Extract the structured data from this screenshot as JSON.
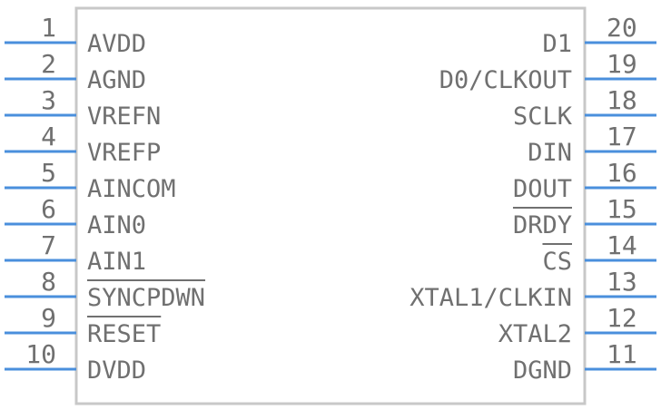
{
  "component": {
    "left_pins": [
      {
        "number": "1",
        "label": "AVDD",
        "active_low": false
      },
      {
        "number": "2",
        "label": "AGND",
        "active_low": false
      },
      {
        "number": "3",
        "label": "VREFN",
        "active_low": false
      },
      {
        "number": "4",
        "label": "VREFP",
        "active_low": false
      },
      {
        "number": "5",
        "label": "AINCOM",
        "active_low": false
      },
      {
        "number": "6",
        "label": "AIN0",
        "active_low": false
      },
      {
        "number": "7",
        "label": "AIN1",
        "active_low": false
      },
      {
        "number": "8",
        "label": "SYNCPDWN",
        "active_low": true
      },
      {
        "number": "9",
        "label": "RESET",
        "active_low": true
      },
      {
        "number": "10",
        "label": "DVDD",
        "active_low": false
      }
    ],
    "right_pins": [
      {
        "number": "20",
        "label": "D1",
        "active_low": false
      },
      {
        "number": "19",
        "label": "D0/CLKOUT",
        "active_low": false
      },
      {
        "number": "18",
        "label": "SCLK",
        "active_low": false
      },
      {
        "number": "17",
        "label": "DIN",
        "active_low": false
      },
      {
        "number": "16",
        "label": "DOUT",
        "active_low": false
      },
      {
        "number": "15",
        "label": "DRDY",
        "active_low": true
      },
      {
        "number": "14",
        "label": "CS",
        "active_low": true
      },
      {
        "number": "13",
        "label": "XTAL1/CLKIN",
        "active_low": false
      },
      {
        "number": "12",
        "label": "XTAL2",
        "active_low": false
      },
      {
        "number": "11",
        "label": "DGND",
        "active_low": false
      }
    ],
    "colors": {
      "pin_line": "#4a8fdc",
      "outline": "#c8c8c8",
      "text": "#707070"
    }
  }
}
